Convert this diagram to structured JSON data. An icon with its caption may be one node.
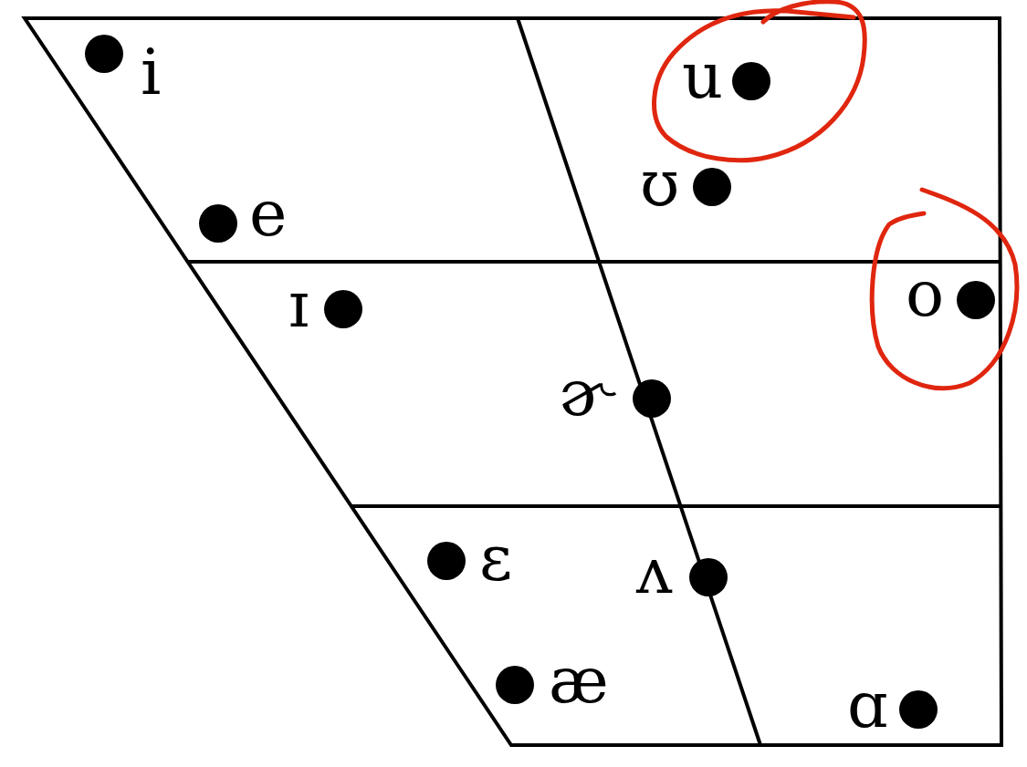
{
  "diagram": {
    "labels": [
      "i",
      "u",
      "ʊ",
      "e",
      "ɪ",
      "o",
      "ɚ",
      "ɛ",
      "ʌ",
      "æ",
      "ɑ"
    ]
  }
}
